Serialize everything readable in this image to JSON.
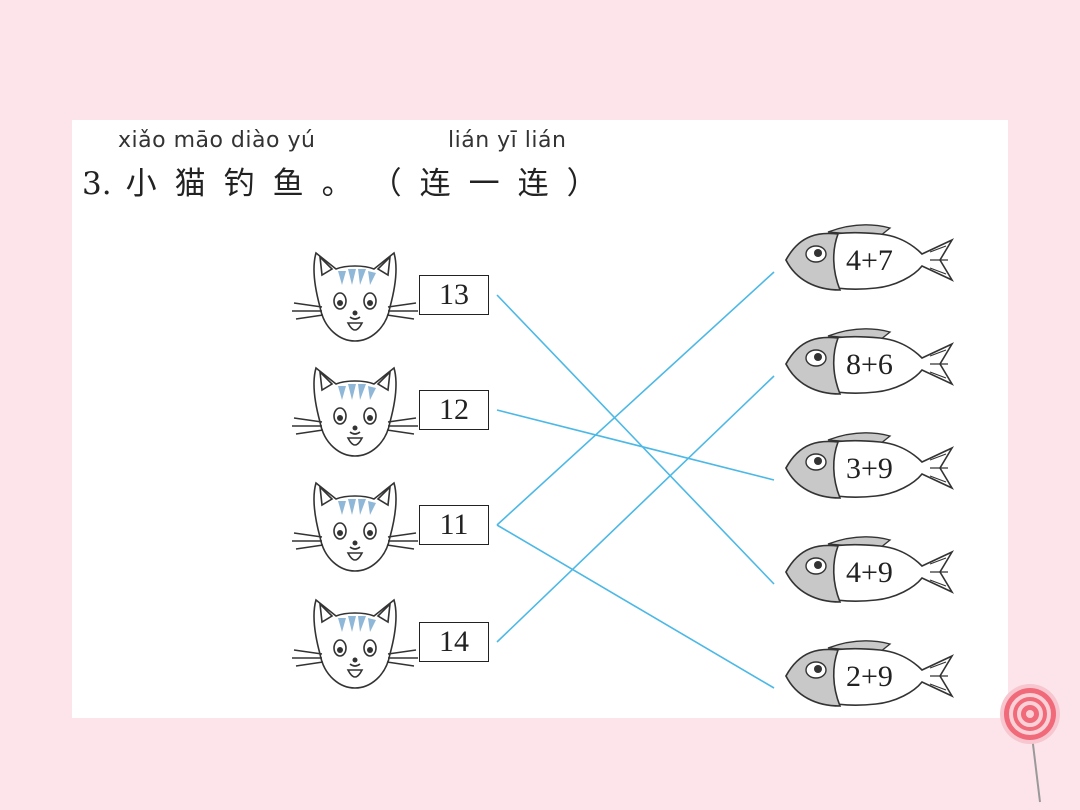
{
  "question": {
    "pinyin_left": "xiǎo māo diào yú",
    "pinyin_right": "lián yī lián",
    "number": "3.",
    "title_chars": [
      "小",
      "猫",
      "钓",
      "鱼",
      "。",
      "（",
      "连",
      "一",
      "连",
      "）"
    ]
  },
  "cats": [
    {
      "value": "13"
    },
    {
      "value": "12"
    },
    {
      "value": "11"
    },
    {
      "value": "14"
    }
  ],
  "fish": [
    {
      "expression": "4+7"
    },
    {
      "expression": "8+6"
    },
    {
      "expression": "3+9"
    },
    {
      "expression": "4+9"
    },
    {
      "expression": "2+9"
    }
  ],
  "connections": [
    {
      "cat": "13",
      "fish": "4+9"
    },
    {
      "cat": "12",
      "fish": "3+9"
    },
    {
      "cat": "11",
      "fish": "4+7"
    },
    {
      "cat": "11",
      "fish": "2+9"
    },
    {
      "cat": "14",
      "fish": "8+6"
    }
  ],
  "colors": {
    "background": "#fde4ea",
    "line": "#4bb8e6",
    "cat_stripes": "#8fb8d8",
    "fish_head": "#c8c8c8",
    "lollipop": "#f06a7a"
  }
}
